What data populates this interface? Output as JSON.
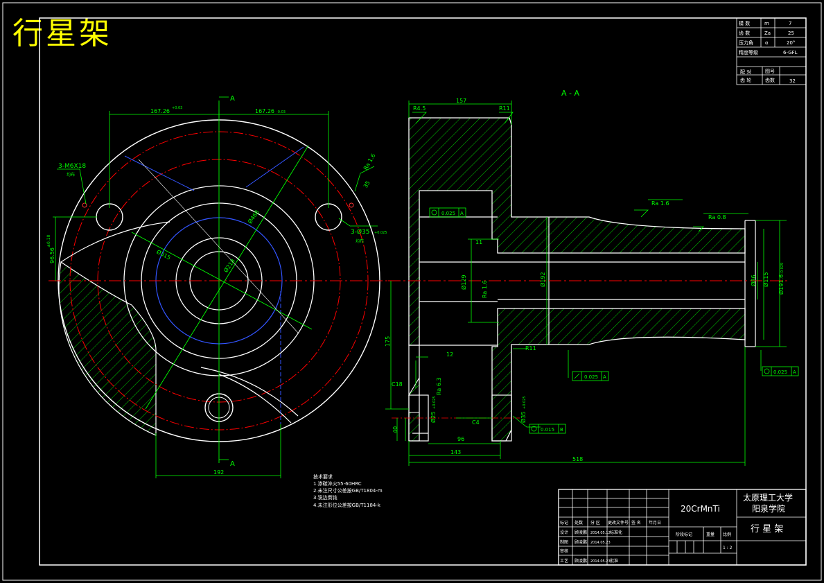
{
  "title": "行星架",
  "section_label": "A - A",
  "section_mark_a": "A",
  "colors": {
    "background": "#000000",
    "outline": "#ffffff",
    "dimension": "#00ff00",
    "centerline": "#ff0000",
    "hidden": "#3355ff",
    "hatch": "#00ff00",
    "title": "#ffff00"
  },
  "param_table": {
    "rows": [
      {
        "name": "模 数",
        "symbol": "m",
        "value": "7"
      },
      {
        "name": "齿 数",
        "symbol": "Za",
        "value": "25"
      },
      {
        "name": "压力角",
        "symbol": "α",
        "value": "20°"
      },
      {
        "name": "精度等级",
        "symbol": "",
        "value": "6-GFL"
      }
    ],
    "lower": [
      {
        "name": "配 对",
        "key": "图号",
        "value": ""
      },
      {
        "name": "齿 轮",
        "key": "齿数",
        "value": "32"
      }
    ]
  },
  "front_view": {
    "dims": {
      "half_left": "167.26",
      "half_right": "167.26",
      "tol_up": "+0.03",
      "tol_dn": "-0.03",
      "bolt_holes": "3-M6X18",
      "bolt_note": "均布",
      "pin_holes": "3-Ø35",
      "pin_tol": "+0.025",
      "pin_note": "均布",
      "d_outer": "Ø468",
      "d_mid": "Ø315",
      "d_inner": "Ø218",
      "left_h": "96.56",
      "left_h_tol": "±0.10",
      "bottom_w": "192",
      "roughness": "Ra 1.6",
      "small_dim": "35"
    }
  },
  "section_view": {
    "dims": {
      "r_left": "R4.5",
      "top_w": "157",
      "r_right": "R11",
      "r_bottom": "R11",
      "ra1": "Ra 1.6",
      "ra2": "Ra 0.8",
      "ra3": "Ra 1.6",
      "ra4": "Ra 6.3",
      "d129": "Ø129",
      "d192": "Ø192",
      "d86": "Ø86",
      "d115": "Ø115",
      "d1916": "Ø191.6",
      "d1916_tol": "-0.029",
      "w11": "11",
      "h175": "175",
      "w12": "12",
      "c18": "C18",
      "c4": "C4",
      "d25": "Ø25",
      "d25_tol": "+0.025",
      "d35": "Ø35",
      "d35_tol": "+0.025",
      "w40": "40",
      "w96": "96",
      "w143": "143",
      "w518": "518",
      "gtol1": "0.025",
      "gtol1_ref": "A",
      "gtol2": "0.025",
      "gtol2_ref": "A",
      "gtol3": "0.025",
      "gtol3_ref": "A",
      "gtol4": "0.015",
      "gtol4_ref": "B"
    }
  },
  "tech_notes": {
    "heading": "技术要求",
    "items": [
      "1.渗碳淬火55-60HRC",
      "2.未注尺寸公差按GB/T1804-m",
      "3.锐边倒钝",
      "4.未注形位公差按GB/T1184-k"
    ]
  },
  "title_block": {
    "material": "20CrMnTi",
    "school_line1": "太原理工大学",
    "school_line2": "阳泉学院",
    "part_name": "行 星 架",
    "header_cells": [
      "标记",
      "处数",
      "分 区",
      "更改文件号",
      "签 名",
      "年月日"
    ],
    "rows": [
      {
        "role": "设计",
        "name": "顾凌鹏",
        "date": "2014.05.12",
        "extra": "标准化"
      },
      {
        "role": "制图",
        "name": "顾凌鹏",
        "date": "2014.05.23",
        "extra": ""
      },
      {
        "role": "审核",
        "name": "",
        "date": "",
        "extra": ""
      },
      {
        "role": "工艺",
        "name": "顾凌鹏",
        "date": "2014.05.23",
        "extra": "批准"
      }
    ],
    "stage_label": "阶段标记",
    "weight_label": "重量",
    "scale_label": "比例",
    "scale_value": "1 : 2"
  }
}
